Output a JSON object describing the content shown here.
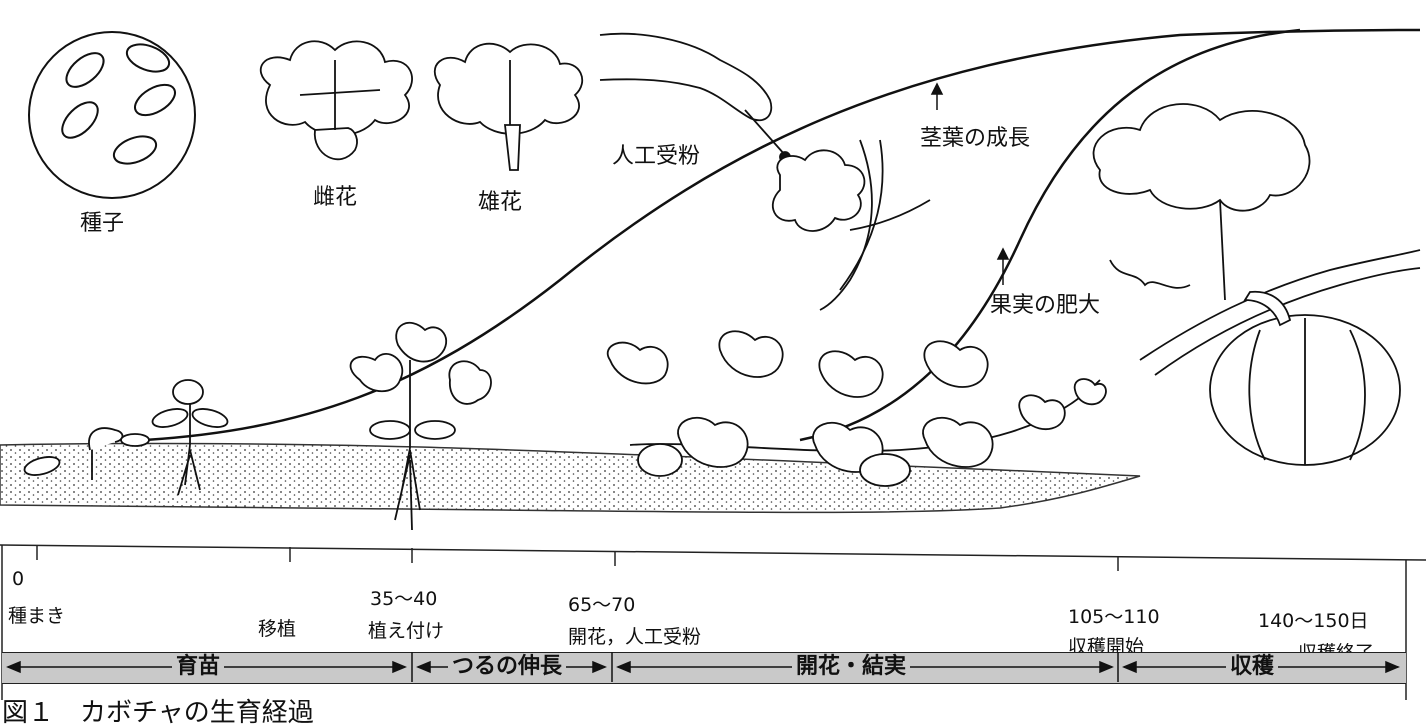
{
  "labels": {
    "seed": "種子",
    "female_flower": "雌花",
    "male_flower": "雄花",
    "pollination": "人工受粉",
    "stem_leaf_growth": "茎葉の成長",
    "fruit_growth": "果実の肥大"
  },
  "timeline": {
    "ticks": [
      {
        "day": "0",
        "event": "種まき"
      },
      {
        "day": "",
        "event": "移植"
      },
      {
        "day": "35〜40",
        "event": "植え付け"
      },
      {
        "day": "65〜70",
        "event": "開花，人工受粉"
      },
      {
        "day": "105〜110",
        "event": "収穫開始"
      },
      {
        "day": "140〜150日",
        "event": "収穫終了"
      }
    ],
    "phases": [
      "育苗",
      "つるの伸長",
      "開花・結実",
      "収穫"
    ]
  },
  "caption": "図１　カボチャの生育経過"
}
